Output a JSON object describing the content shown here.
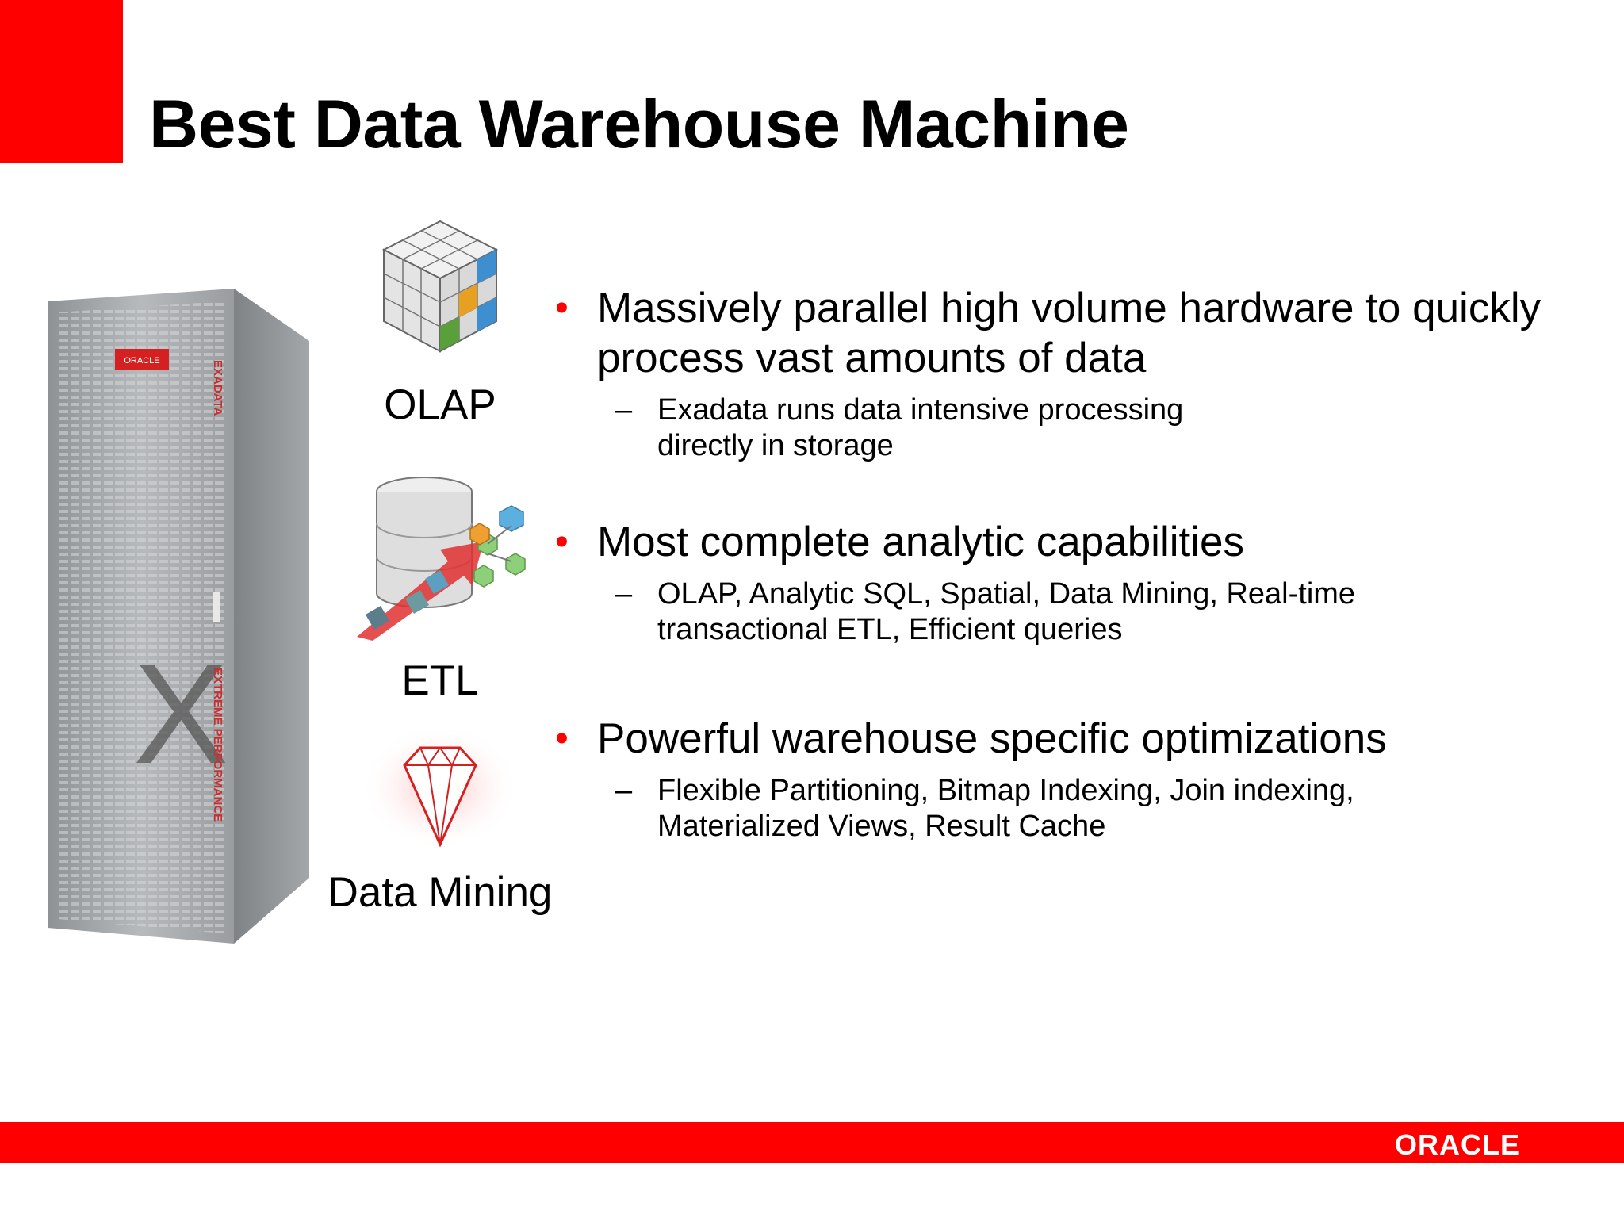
{
  "title": "Best Data Warehouse Machine",
  "rack": {
    "side_label_top": "EXADATA",
    "side_label_bottom": "EXTREME PERFORMANCE",
    "badge": "ORACLE",
    "big_letter": "X"
  },
  "icons": [
    {
      "label": "OLAP",
      "icon": "cube-icon"
    },
    {
      "label": "ETL",
      "icon": "database-puzzle-icon"
    },
    {
      "label": "Data Mining",
      "icon": "gem-icon"
    }
  ],
  "bullets": [
    {
      "main": "Massively parallel high volume hardware to quickly process vast amounts of data",
      "sub": "Exadata runs data intensive processing directly in storage"
    },
    {
      "main": "Most complete analytic capabilities",
      "sub": "OLAP, Analytic SQL, Spatial, Data Mining, Real-time transactional ETL, Efficient queries"
    },
    {
      "main": "Powerful warehouse specific optimizations",
      "sub": "Flexible Partitioning, Bitmap Indexing, Join indexing, Materialized Views, Result Cache"
    }
  ],
  "bullet_symbol": "•",
  "dash_symbol": "–",
  "footer": {
    "logo": "ORACLE"
  },
  "colors": {
    "accent": "#ff0000"
  }
}
